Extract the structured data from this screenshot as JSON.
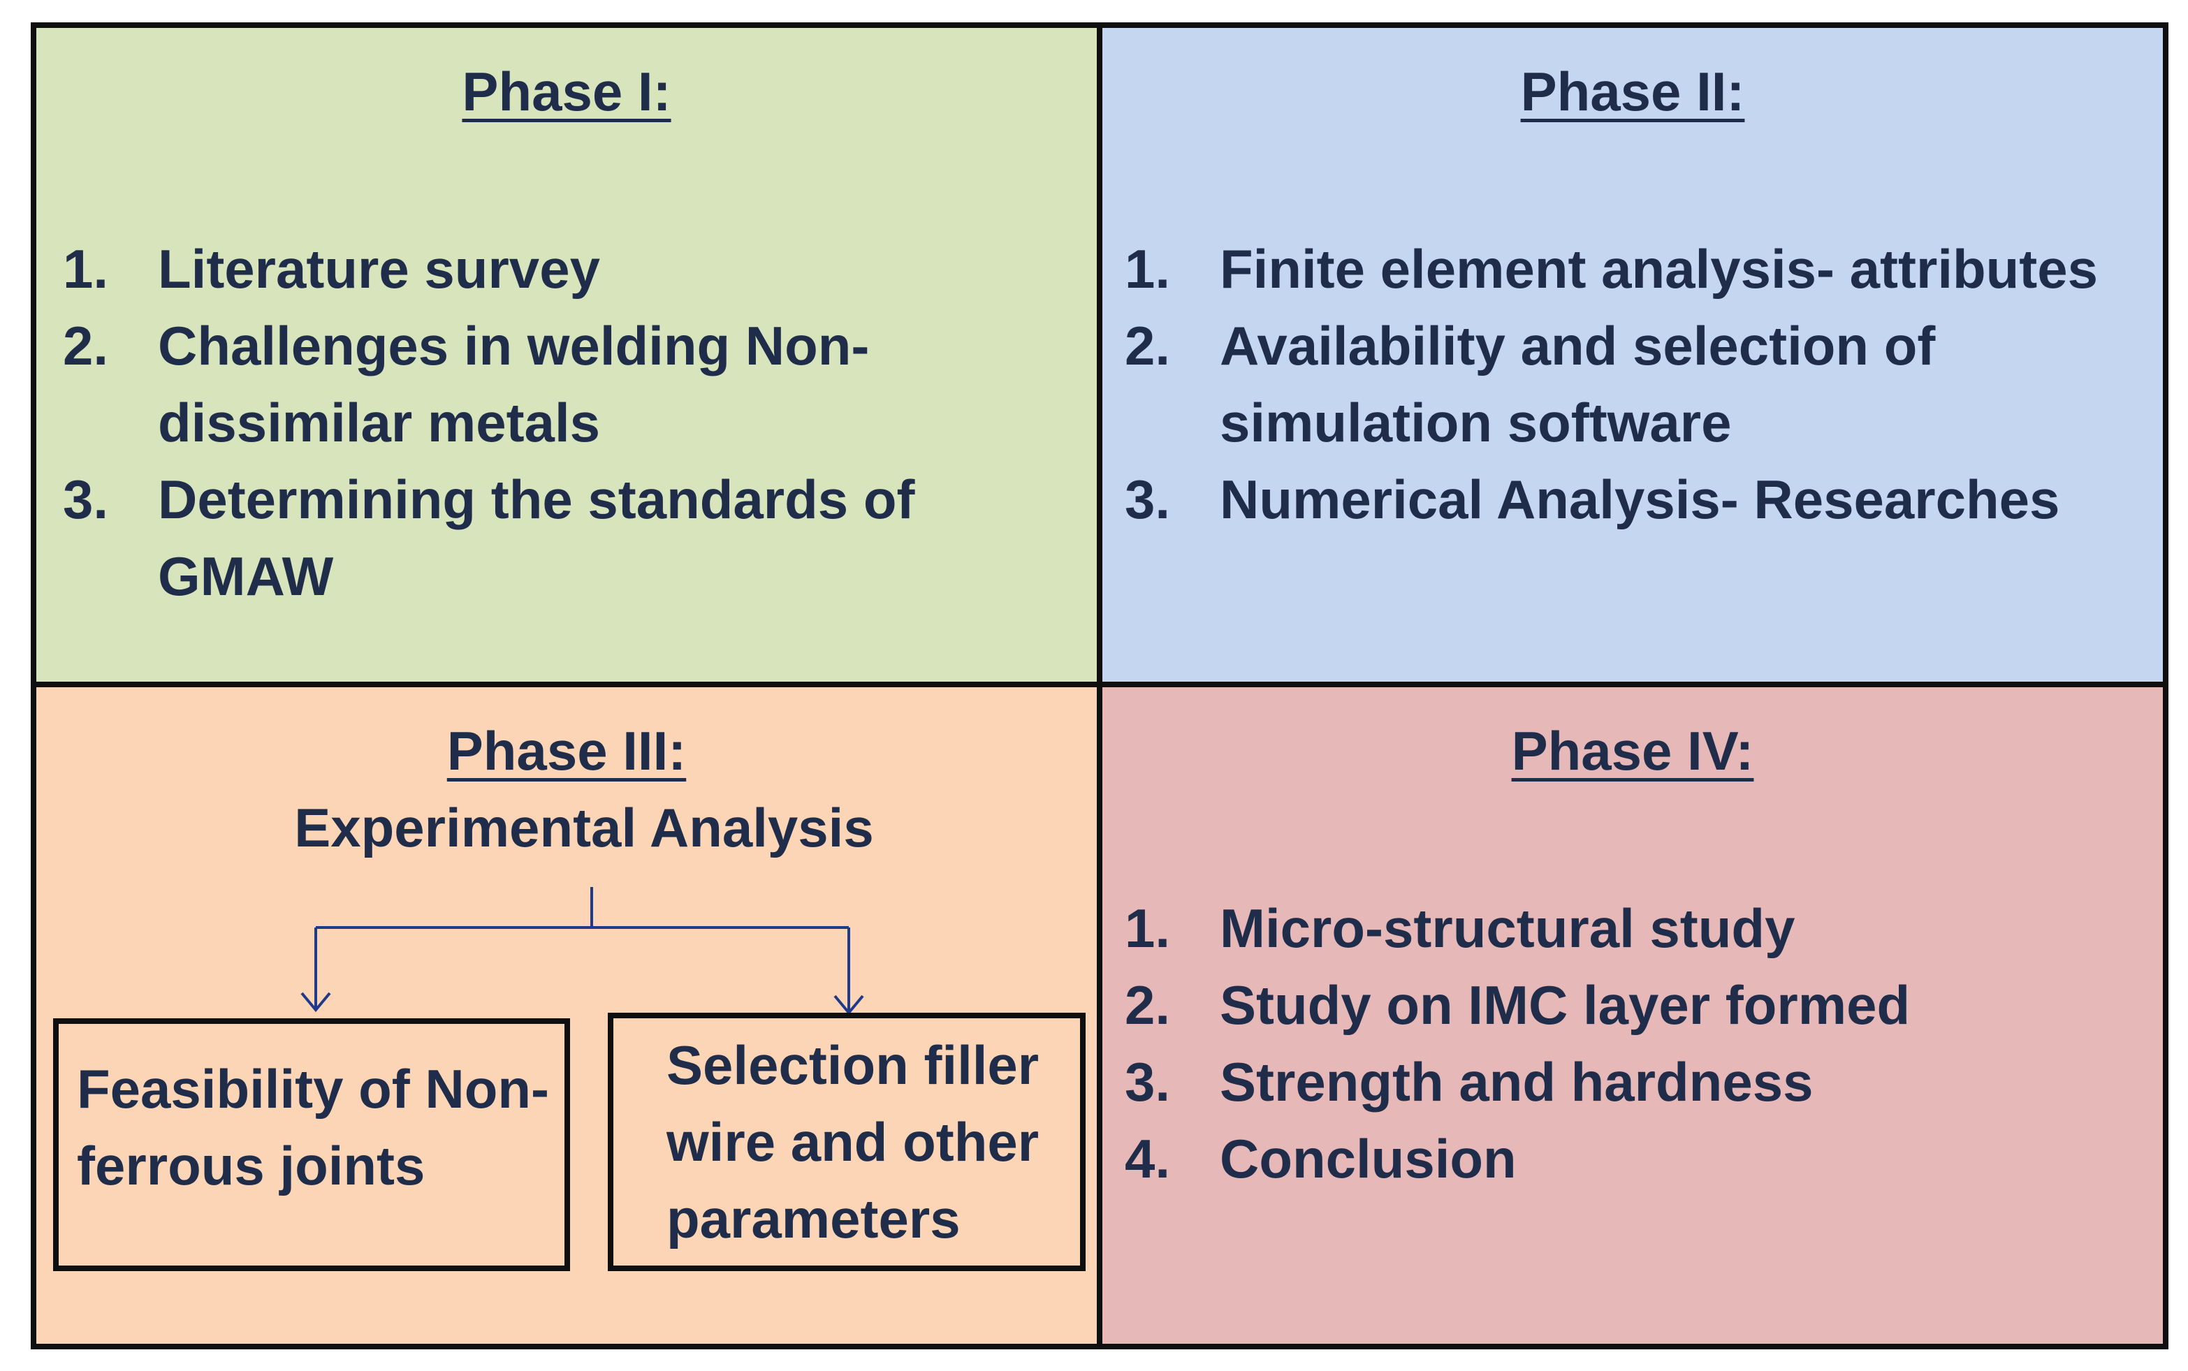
{
  "phase1": {
    "title": "Phase I:",
    "items": [
      {
        "num": "1.",
        "text": "Literature survey"
      },
      {
        "num": "2.",
        "text": "Challenges in welding Non-dissimilar metals"
      },
      {
        "num": "3.",
        "text": "Determining the standards of GMAW"
      }
    ]
  },
  "phase2": {
    "title": "Phase II:",
    "items": [
      {
        "num": "1.",
        "text": "Finite element analysis- attributes"
      },
      {
        "num": "2.",
        "text": "Availability and selection of simulation software"
      },
      {
        "num": "3.",
        "text": "Numerical Analysis- Researches"
      }
    ]
  },
  "phase3": {
    "title": "Phase III:",
    "subtitle": "Experimental Analysis",
    "boxes": [
      {
        "text": "Feasibility of Non-ferrous joints"
      },
      {
        "text": "Selection filler wire and other parameters"
      }
    ]
  },
  "phase4": {
    "title": "Phase IV:",
    "items": [
      {
        "num": "1.",
        "text": "Micro-structural study"
      },
      {
        "num": "2.",
        "text": "Study on IMC layer formed"
      },
      {
        "num": "3.",
        "text": "Strength and hardness"
      },
      {
        "num": "4.",
        "text": "Conclusion"
      }
    ]
  },
  "colors": {
    "phase1_bg": "#d8e4bc",
    "phase2_bg": "#c5d7f0",
    "phase3_bg": "#fbd5b5",
    "phase4_bg": "#e6b9b8",
    "text": "#1f2d4a",
    "arrow": "#1f3a8a"
  }
}
